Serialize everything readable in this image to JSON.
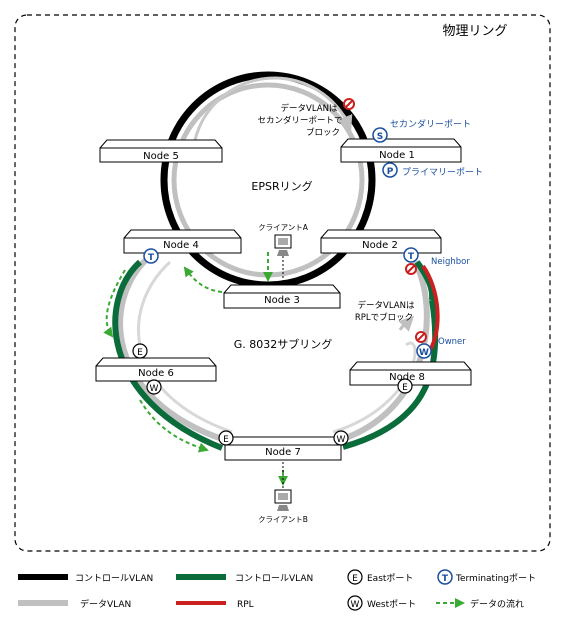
{
  "title": "物理リング",
  "epsr_ring_label": "EPSRリング",
  "g8032_ring_label": "G. 8032サブリング",
  "nodes": {
    "node1": "Node 1",
    "node2": "Node 2",
    "node3": "Node 3",
    "node4": "Node 4",
    "node5": "Node 5",
    "node6": "Node 6",
    "node7": "Node 7",
    "node8": "Node 8"
  },
  "clients": {
    "client_a": "クライアントA",
    "client_b": "クライアントB"
  },
  "ports": {
    "s": "S",
    "p": "P",
    "t": "T",
    "e": "E",
    "w": "W",
    "secondary_port": "セカンダリーポート",
    "primary_port": "プライマリーポート",
    "neighbor": "Neighbor",
    "owner": "Owner"
  },
  "notes": {
    "epsr_block_line1": "データVLANは",
    "epsr_block_line2": "セカンダリーポートで",
    "epsr_block_line3": "ブロック",
    "rpl_block_line1": "データVLANは",
    "rpl_block_line2": "RPLでブロック"
  },
  "legend": {
    "control_vlan_black": "コントロールVLAN",
    "control_vlan_green": "コントロールVLAN",
    "data_vlan": "データVLAN",
    "rpl": "RPL",
    "east_port": "Eastポート",
    "west_port": "Westポート",
    "terminating_port": "Terminatingポート",
    "data_flow": "データの流れ"
  },
  "colors": {
    "control_black": "#000000",
    "control_green": "#0a6b3b",
    "data_vlan": "#c0c0c0",
    "rpl": "#cc1f1f",
    "flow_arrow": "#3aaa35",
    "port_blue": "#1a4fa0",
    "block_red": "#cc1f1f"
  }
}
